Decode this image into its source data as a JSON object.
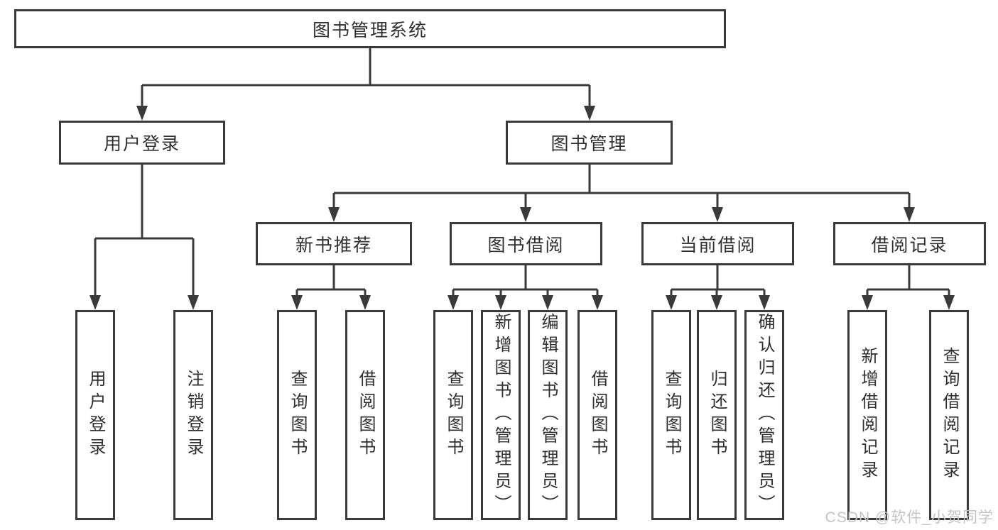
{
  "diagram": {
    "colors": {
      "line": "#3a3a3a",
      "box_border": "#3a3a3a",
      "text": "#2f2f2f",
      "background": "#ffffff",
      "watermark": "#c5c5c5"
    },
    "watermark": "CSDN @软件_小贺同学",
    "nodes": {
      "root": {
        "label": "图书管理系统"
      },
      "user_login": {
        "label": "用户登录"
      },
      "book_mgmt": {
        "label": "图书管理"
      },
      "new_book_rec": {
        "label": "新书推荐"
      },
      "book_borrow": {
        "label": "图书借阅"
      },
      "current_borrow": {
        "label": "当前借阅"
      },
      "borrow_records": {
        "label": "借阅记录"
      },
      "ul_login": {
        "label": "用户登录"
      },
      "ul_logout": {
        "label": "注销登录"
      },
      "nbr_query": {
        "label": "查询图书"
      },
      "nbr_borrow": {
        "label": "借阅图书"
      },
      "bb_query": {
        "label": "查询图书"
      },
      "bb_add": {
        "label": "新增图书（管理员）"
      },
      "bb_edit": {
        "label": "编辑图书（管理员）"
      },
      "bb_borrow": {
        "label": "借阅图书"
      },
      "cb_query": {
        "label": "查询图书"
      },
      "cb_return": {
        "label": "归还图书"
      },
      "cb_confirm": {
        "label": "确认归还（管理员）"
      },
      "br_add": {
        "label": "新增借阅记录"
      },
      "br_query": {
        "label": "查询借阅记录"
      }
    },
    "hierarchy": {
      "图书管理系统": [
        "用户登录",
        "图书管理"
      ],
      "用户登录": [
        "用户登录",
        "注销登录"
      ],
      "图书管理": [
        "新书推荐",
        "图书借阅",
        "当前借阅",
        "借阅记录"
      ],
      "新书推荐": [
        "查询图书",
        "借阅图书"
      ],
      "图书借阅": [
        "查询图书",
        "新增图书（管理员）",
        "编辑图书（管理员）",
        "借阅图书"
      ],
      "当前借阅": [
        "查询图书",
        "归还图书",
        "确认归还（管理员）"
      ],
      "借阅记录": [
        "新增借阅记录",
        "查询借阅记录"
      ]
    }
  }
}
